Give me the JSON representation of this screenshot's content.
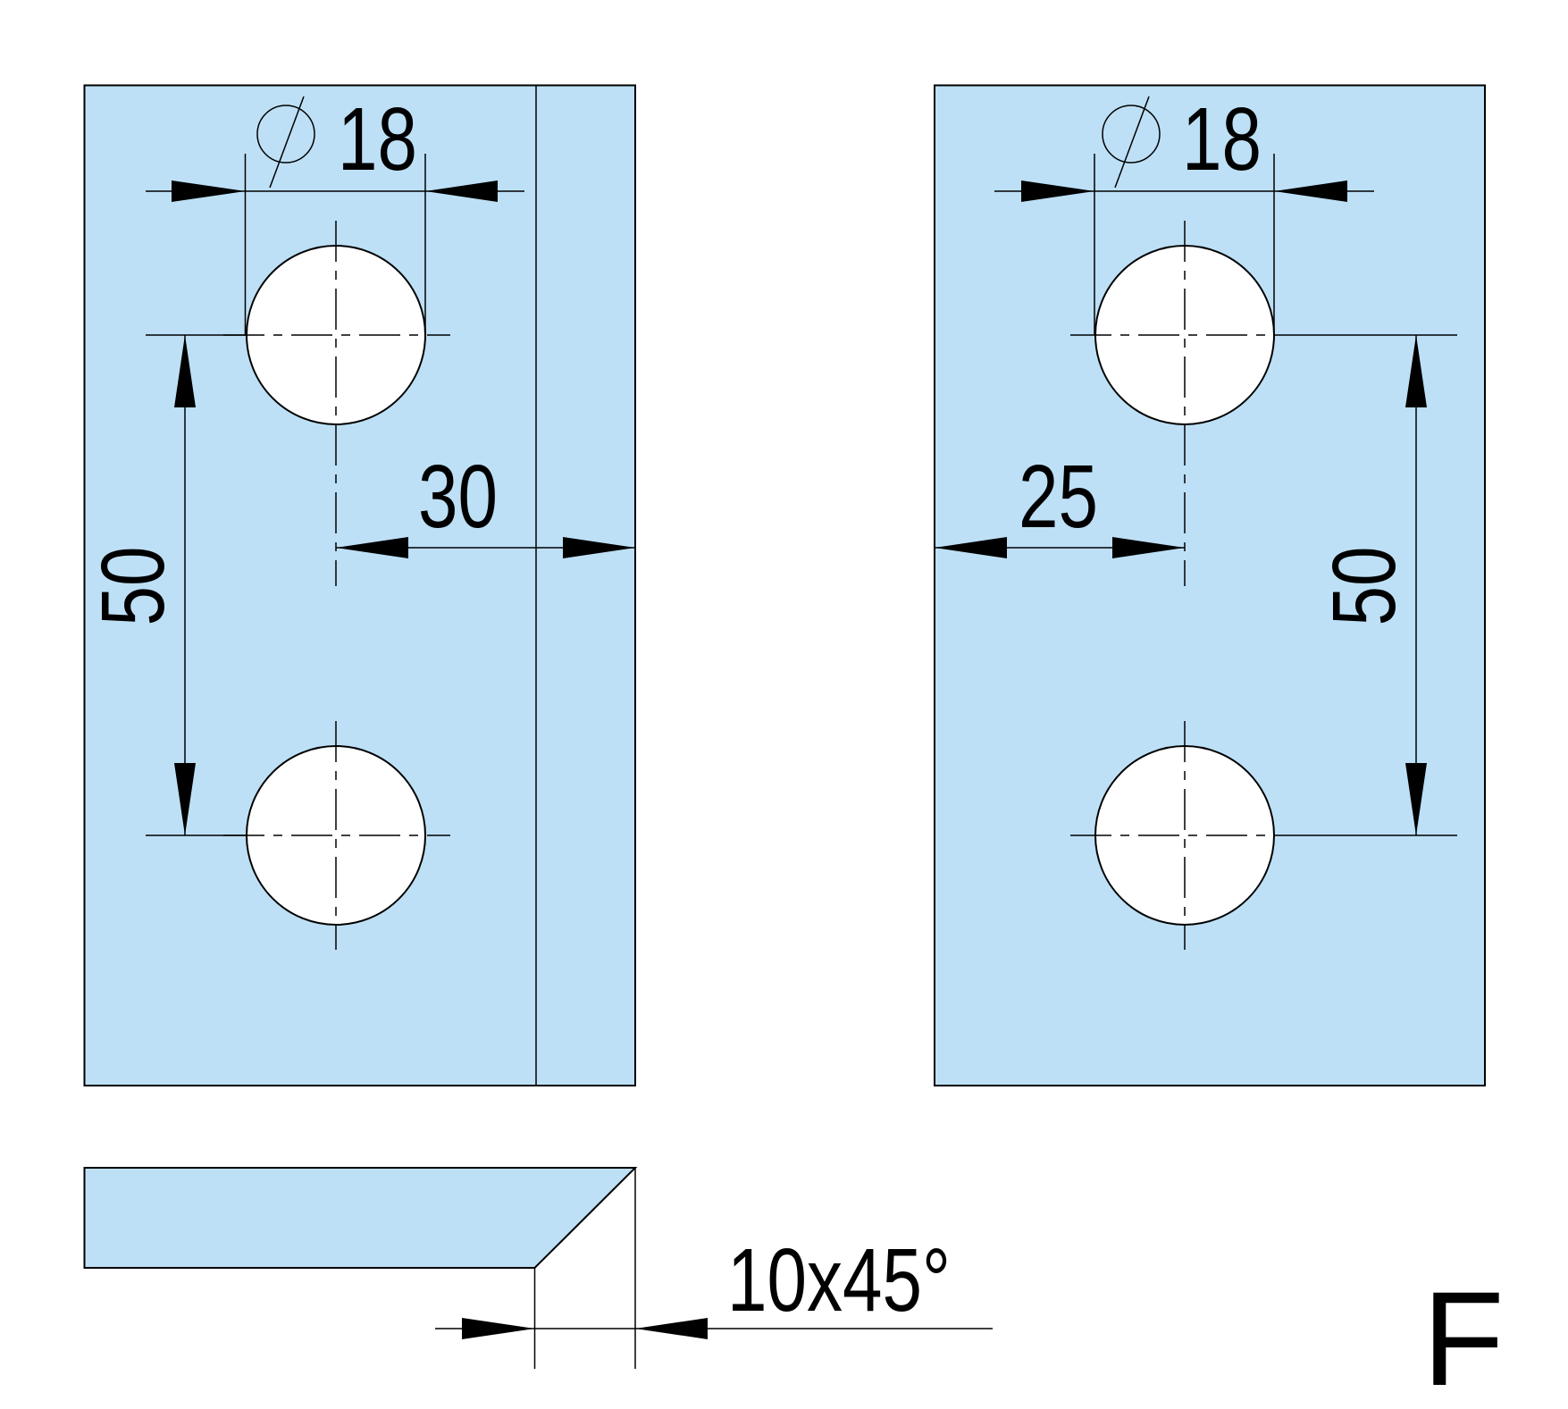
{
  "drawing": {
    "fill_color": "#bde0f6",
    "left_view": {
      "hole_diameter_label": "18",
      "diameter_symbol": "⌀",
      "edge_to_hole_label": "30",
      "hole_spacing_label": "50"
    },
    "right_view": {
      "hole_diameter_label": "18",
      "diameter_symbol": "⌀",
      "edge_to_hole_label": "25",
      "hole_spacing_label": "50"
    },
    "side_view": {
      "chamfer_label": "10x45°"
    },
    "variant_letter": "F"
  }
}
